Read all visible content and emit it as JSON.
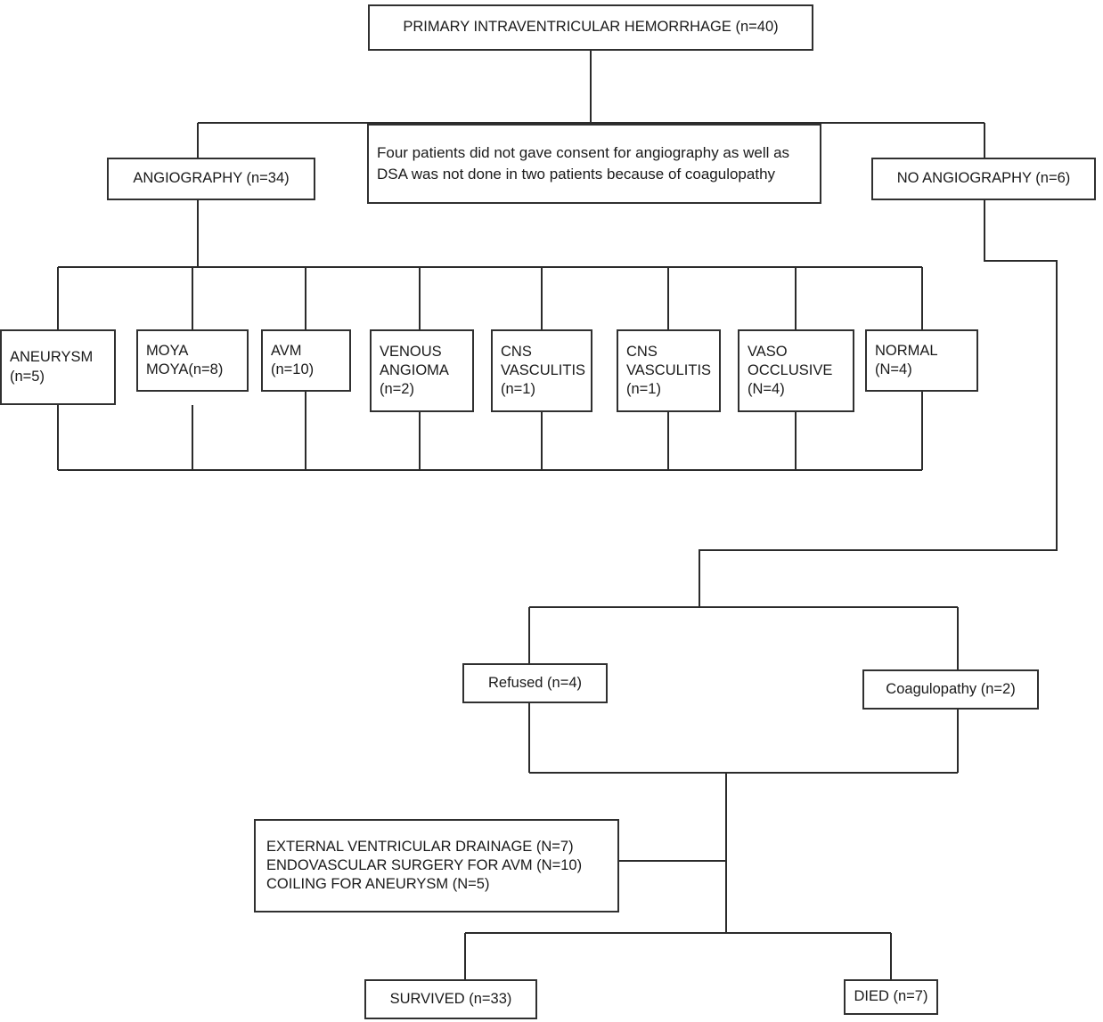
{
  "diagram": {
    "title": "Primary Intraventricular Hemorrhage Study Flowchart",
    "type": "flowchart",
    "stroke_color": "#303030",
    "background_color": "#ffffff",
    "nodes": {
      "root": {
        "label": "PRIMARY INTRAVENTRICULAR HEMORRHAGE (n=40)"
      },
      "angiography": {
        "label": "ANGIOGRAPHY (n=34)"
      },
      "note": {
        "label": "Four patients did not gave consent for angiography as well as DSA was not done in two patients because of coagulopathy"
      },
      "no_angiography": {
        "label": "NO ANGIOGRAPHY (n=6)"
      },
      "aneurysm": {
        "line1": "ANEURYSM",
        "line2": "(n=5)"
      },
      "moya_moya": {
        "line1": "MOYA",
        "line2": "MOYA(n=8)"
      },
      "avm": {
        "line1": "AVM",
        "line2": "(n=10)"
      },
      "venous_angioma": {
        "line1": "VENOUS",
        "line2": "ANGIOMA",
        "line3": "(n=2)"
      },
      "cns_vasculitis_1": {
        "line1": "CNS",
        "line2": "VASCULITIS",
        "line3": "(n=1)"
      },
      "cns_vasculitis_2": {
        "line1": "CNS",
        "line2": "VASCULITIS",
        "line3": "(n=1)"
      },
      "vaso_occlusive": {
        "line1": "VASO",
        "line2": "OCCLUSIVE",
        "line3": "(N=4)"
      },
      "normal": {
        "line1": "NORMAL",
        "line2": "(N=4)"
      },
      "refused": {
        "label": "Refused (n=4)"
      },
      "coagulopathy": {
        "label": "Coagulopathy (n=2)"
      },
      "treatments": {
        "line1": "EXTERNAL VENTRICULAR DRAINAGE (N=7)",
        "line2": "ENDOVASCULAR SURGERY FOR AVM (N=10)",
        "line3": "COILING FOR ANEURYSM (N=5)"
      },
      "survived": {
        "label": "SURVIVED (n=33)"
      },
      "died": {
        "label": "DIED (n=7)"
      }
    },
    "counts": {
      "total": 40,
      "angiography": 34,
      "no_angiography": 6,
      "aneurysm": 5,
      "moya_moya": 8,
      "avm": 10,
      "venous_angioma": 2,
      "cns_vasculitis_1": 1,
      "cns_vasculitis_2": 1,
      "vaso_occlusive": 4,
      "normal": 4,
      "refused": 4,
      "coagulopathy": 2,
      "external_ventricular_drainage": 7,
      "endovascular_surgery_for_avm": 10,
      "coiling_for_aneurysm": 5,
      "survived": 33,
      "died": 7
    }
  }
}
